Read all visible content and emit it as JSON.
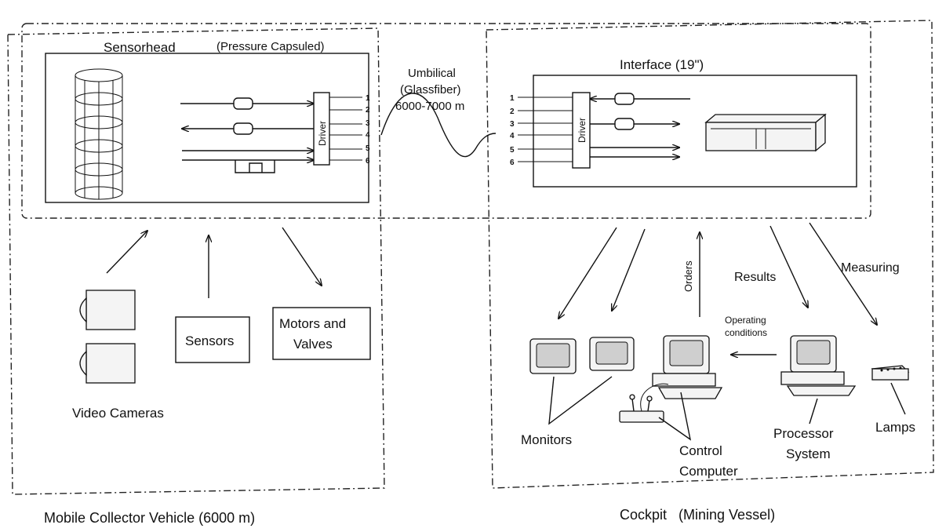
{
  "sensorhead": {
    "title": "Sensorhead",
    "subtitle": "(Pressure Capsuled)",
    "driver": "Driver"
  },
  "umbilical": {
    "line1": "Umbilical",
    "line2": "(Glassfiber)",
    "line3": "6000-7000 m"
  },
  "interface": {
    "title": "Interface (19\")",
    "driver": "Driver"
  },
  "channels": [
    "1",
    "2",
    "3",
    "4",
    "5",
    "6"
  ],
  "vehicle": {
    "label": "Mobile Collector Vehicle (6000 m)",
    "sensors": "Sensors",
    "motors_line1": "Motors and",
    "motors_line2": "Valves",
    "cameras": "Video Cameras"
  },
  "cockpit": {
    "label": "Cockpit   (Mining Vessel)",
    "orders": "Orders",
    "results": "Results",
    "measuring": "Measuring",
    "operating_line1": "Operating",
    "operating_line2": "conditions",
    "monitors": "Monitors",
    "control_line1": "Control",
    "control_line2": "Computer",
    "processor_line1": "Processor",
    "processor_line2": "System",
    "lamps": "Lamps"
  }
}
